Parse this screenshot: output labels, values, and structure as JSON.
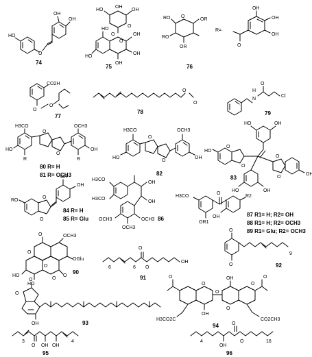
{
  "compounds": [
    {
      "id": "74",
      "label": "74",
      "atoms": [
        "HO",
        "OH",
        "OH",
        "O"
      ]
    },
    {
      "id": "75",
      "label": "75",
      "atoms": [
        "OH",
        "HO",
        "OH",
        "O",
        "OH",
        "O",
        "HO",
        "O",
        "HO",
        "OH",
        "OH"
      ]
    },
    {
      "id": "76",
      "label": "76",
      "atoms": [
        "O",
        "RO",
        "RO",
        "OR",
        "OR",
        "R=",
        "OH",
        "OH",
        "OH",
        "O"
      ]
    },
    {
      "id": "77",
      "label": "77",
      "atoms": [
        "CO2H",
        "O",
        "O"
      ]
    },
    {
      "id": "78",
      "label": "78",
      "atoms": [
        "O",
        "O"
      ]
    },
    {
      "id": "79",
      "label": "79",
      "atoms": [
        "H",
        "N",
        "O",
        "Cl"
      ]
    },
    {
      "id": "80",
      "label": "80 R= H",
      "atoms": [
        "H3CO",
        "HO",
        "R",
        "O",
        "O",
        "OCH3",
        "OH",
        "R"
      ]
    },
    {
      "id": "81",
      "label": "81 R= OCH3",
      "atoms": []
    },
    {
      "id": "82",
      "label": "82",
      "atoms": [
        "H3CO",
        "HO",
        "O",
        "O",
        "OCH3",
        "OH"
      ]
    },
    {
      "id": "83",
      "label": "83",
      "atoms": [
        "HO",
        "OH",
        "HO",
        "O",
        "O",
        "HO",
        "OH",
        "OH",
        "O",
        "O",
        "OH"
      ]
    },
    {
      "id": "84",
      "label": "84 R= H",
      "atoms": [
        "RO",
        "O",
        "O",
        "OH",
        "OH"
      ]
    },
    {
      "id": "85",
      "label": "85 R= Glu",
      "atoms": []
    },
    {
      "id": "86",
      "label": "86",
      "atoms": [
        "H3CO",
        "H3CO",
        "OH",
        "OH",
        "OCH3",
        "OCH3",
        "OCH3"
      ]
    },
    {
      "id": "87",
      "label": "87 R1= H; R2= OH",
      "atoms": [
        "H3CO",
        "OR1",
        "O",
        "OH",
        "R2"
      ]
    },
    {
      "id": "88",
      "label": "88 R1= H; R2= OCH3",
      "atoms": []
    },
    {
      "id": "89",
      "label": "89 R1= Glu; R2= OCH3",
      "atoms": []
    },
    {
      "id": "90",
      "label": "90",
      "atoms": [
        "O",
        "OCH3",
        "O",
        "OGlu",
        "HO",
        "O",
        "HO",
        "O",
        "O"
      ]
    },
    {
      "id": "91",
      "label": "91",
      "atoms": [
        "O",
        "O",
        "OH",
        "6",
        "6"
      ]
    },
    {
      "id": "92",
      "label": "92",
      "atoms": [
        "O",
        "O",
        "9"
      ]
    },
    {
      "id": "93",
      "label": "93",
      "atoms": [
        "O",
        "O",
        "OH"
      ]
    },
    {
      "id": "94",
      "label": "94",
      "atoms": [
        "OH",
        "O",
        "O",
        "O",
        "O",
        "H3CO2C",
        "OH",
        "O",
        "O",
        "CO2CH3"
      ]
    },
    {
      "id": "95",
      "label": "95",
      "atoms": [
        "3",
        "O",
        "OH",
        "OH",
        "4"
      ]
    },
    {
      "id": "96",
      "label": "96",
      "atoms": [
        "4",
        "OH",
        "O",
        "O",
        "16"
      ]
    }
  ],
  "subscripts": {
    "r1": "1",
    "r2": "2",
    "h3": "3",
    "co2": "2"
  }
}
